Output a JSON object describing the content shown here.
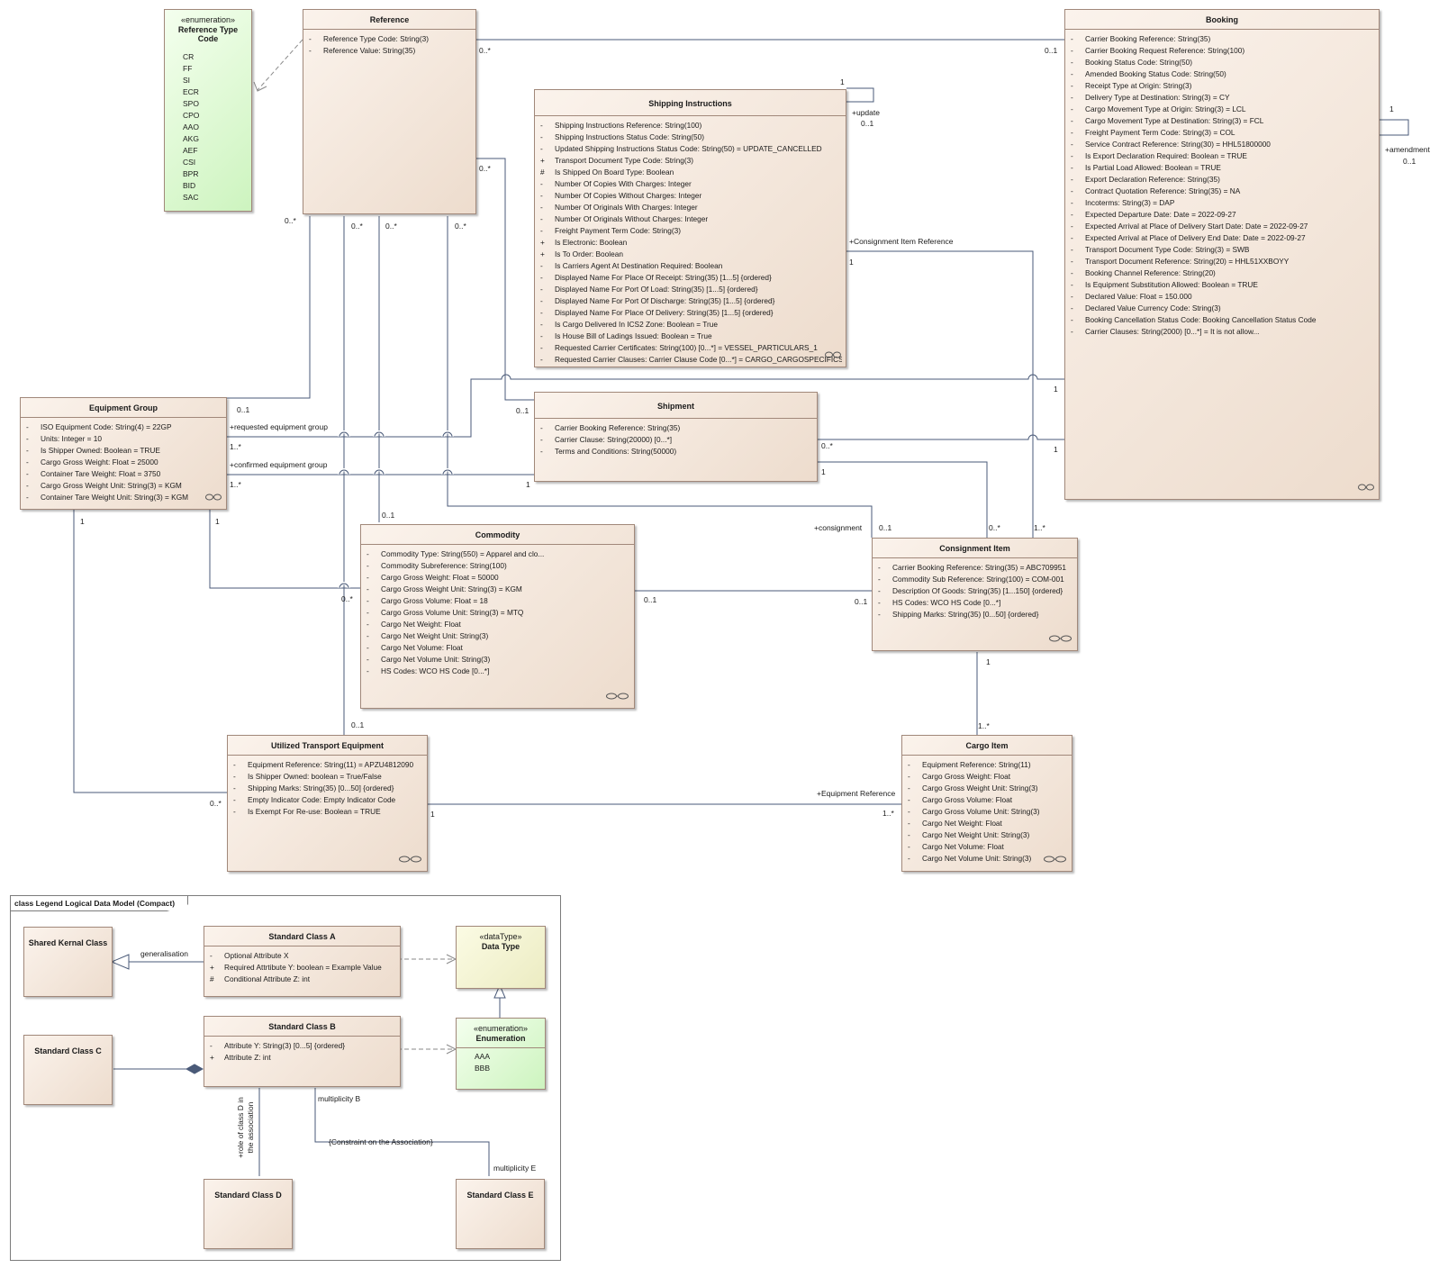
{
  "classes": {
    "reference_type_code": {
      "stereotype": "«enumeration»",
      "name": "Reference Type Code",
      "literals": [
        "CR",
        "FF",
        "SI",
        "ECR",
        "SPO",
        "CPO",
        "AAO",
        "AKG",
        "AEF",
        "CSI",
        "BPR",
        "BID",
        "SAC"
      ]
    },
    "reference": {
      "name": "Reference",
      "attributes": [
        {
          "vis": "-",
          "text": "Reference Type Code: String(3)"
        },
        {
          "vis": "-",
          "text": "Reference Value: String(35)"
        }
      ]
    },
    "shipping_instructions": {
      "name": "Shipping Instructions",
      "attributes": [
        {
          "vis": "-",
          "text": "Shipping Instructions Reference: String(100)"
        },
        {
          "vis": "-",
          "text": "Shipping Instructions Status Code: String(50)"
        },
        {
          "vis": "-",
          "text": "Updated Shipping Instructions Status Code: String(50) = UPDATE_CANCELLED"
        },
        {
          "vis": "+",
          "text": "Transport Document Type Code: String(3)"
        },
        {
          "vis": "#",
          "text": "Is Shipped On Board Type: Boolean"
        },
        {
          "vis": "-",
          "text": "Number Of Copies With Charges: Integer"
        },
        {
          "vis": "-",
          "text": "Number Of Copies Without Charges: Integer"
        },
        {
          "vis": "-",
          "text": "Number Of Originals With Charges: Integer"
        },
        {
          "vis": "-",
          "text": "Number Of Originals Without Charges: Integer"
        },
        {
          "vis": "-",
          "text": "Freight Payment Term Code: String(3)"
        },
        {
          "vis": "+",
          "text": "Is Electronic: Boolean"
        },
        {
          "vis": "+",
          "text": "Is To Order: Boolean"
        },
        {
          "vis": "-",
          "text": "Is Carriers Agent At Destination Required: Boolean"
        },
        {
          "vis": "-",
          "text": "Displayed Name For Place Of Receipt: String(35) [1...5] {ordered}"
        },
        {
          "vis": "-",
          "text": "Displayed Name For Port Of Load: String(35) [1...5] {ordered}"
        },
        {
          "vis": "-",
          "text": "Displayed Name For Port Of Discharge: String(35) [1...5] {ordered}"
        },
        {
          "vis": "-",
          "text": "Displayed Name For Place Of Delivery: String(35) [1...5] {ordered}"
        },
        {
          "vis": "-",
          "text": "Is Cargo Delivered In ICS2 Zone: Boolean = True"
        },
        {
          "vis": "-",
          "text": "Is House Bill of Ladings Issued: Boolean = True"
        },
        {
          "vis": "-",
          "text": "Requested Carrier Certificates: String(100) [0...*] = VESSEL_PARTICULARS_1"
        },
        {
          "vis": "-",
          "text": "Requested Carrier Clauses: Carrier Clause Code [0...*] = CARGO_CARGOSPECIFICS"
        }
      ]
    },
    "booking": {
      "name": "Booking",
      "attributes": [
        {
          "vis": "-",
          "text": "Carrier Booking Reference: String(35)"
        },
        {
          "vis": "-",
          "text": "Carrier Booking Request Reference: String(100)"
        },
        {
          "vis": "-",
          "text": "Booking Status Code: String(50)"
        },
        {
          "vis": "-",
          "text": "Amended Booking Status Code: String(50)"
        },
        {
          "vis": "-",
          "text": "Receipt Type at Origin: String(3)"
        },
        {
          "vis": "-",
          "text": "Delivery Type at Destination: String(3) = CY"
        },
        {
          "vis": "-",
          "text": "Cargo Movement Type  at Origin: String(3) = LCL"
        },
        {
          "vis": "-",
          "text": "Cargo Movement Type at Destination: String(3) = FCL"
        },
        {
          "vis": "-",
          "text": "Freight Payment Term Code: String(3) = COL"
        },
        {
          "vis": "-",
          "text": "Service Contract Reference: String(30) = HHL51800000"
        },
        {
          "vis": "-",
          "text": "Is Export Declaration Required: Boolean = TRUE"
        },
        {
          "vis": "-",
          "text": "Is Partial Load Allowed: Boolean = TRUE"
        },
        {
          "vis": "-",
          "text": "Export Declaration Reference: String(35)"
        },
        {
          "vis": "-",
          "text": "Contract Quotation Reference: String(35) = NA"
        },
        {
          "vis": "-",
          "text": "Incoterms: String(3) = DAP"
        },
        {
          "vis": "-",
          "text": "Expected Departure Date: Date = 2022-09-27"
        },
        {
          "vis": "-",
          "text": "Expected Arrival at Place of Delivery Start Date: Date = 2022-09-27"
        },
        {
          "vis": "-",
          "text": "Expected Arrival at Place of Delivery End Date: Date = 2022-09-27"
        },
        {
          "vis": "-",
          "text": "Transport Document Type Code: String(3) = SWB"
        },
        {
          "vis": "-",
          "text": "Transport Document Reference: String(20) = HHL51XXBOYY"
        },
        {
          "vis": "-",
          "text": "Booking Channel Reference: String(20)"
        },
        {
          "vis": "-",
          "text": "Is Equipment Substitution Allowed: Boolean = TRUE"
        },
        {
          "vis": "-",
          "text": "Declared Value: Float = 150.000"
        },
        {
          "vis": "-",
          "text": "Declared Value Currency Code: String(3)"
        },
        {
          "vis": "-",
          "text": "Booking Cancellation Status Code: Booking Cancellation Status Code"
        },
        {
          "vis": "-",
          "text": "Carrier Clauses: String(2000) [0...*] = It is not allow..."
        }
      ]
    },
    "equipment_group": {
      "name": "Equipment Group",
      "attributes": [
        {
          "vis": "-",
          "text": "ISO Equipment Code: String(4) = 22GP"
        },
        {
          "vis": "-",
          "text": "Units: Integer = 10"
        },
        {
          "vis": "-",
          "text": "Is Shipper Owned: Boolean = TRUE"
        },
        {
          "vis": "-",
          "text": "Cargo Gross Weight: Float = 25000"
        },
        {
          "vis": "-",
          "text": "Container Tare Weight: Float = 3750"
        },
        {
          "vis": "-",
          "text": "Cargo Gross Weight Unit: String(3) = KGM"
        },
        {
          "vis": "-",
          "text": "Container Tare Weight Unit: String(3) = KGM"
        }
      ]
    },
    "shipment": {
      "name": "Shipment",
      "attributes": [
        {
          "vis": "-",
          "text": "Carrier Booking Reference: String(35)"
        },
        {
          "vis": "-",
          "text": "Carrier Clause: String(20000) [0...*]"
        },
        {
          "vis": "-",
          "text": "Terms and Conditions: String(50000)"
        }
      ]
    },
    "commodity": {
      "name": "Commodity",
      "attributes": [
        {
          "vis": "-",
          "text": "Commodity Type: String(550) = Apparel and clo..."
        },
        {
          "vis": "-",
          "text": "Commodity Subreference: String(100)"
        },
        {
          "vis": "-",
          "text": "Cargo Gross Weight: Float = 50000"
        },
        {
          "vis": "-",
          "text": "Cargo Gross Weight Unit: String(3) = KGM"
        },
        {
          "vis": "-",
          "text": "Cargo Gross Volume: Float = 18"
        },
        {
          "vis": "-",
          "text": "Cargo Gross Volume Unit: String(3) = MTQ"
        },
        {
          "vis": "-",
          "text": "Cargo Net Weight: Float"
        },
        {
          "vis": "-",
          "text": "Cargo Net Weight Unit: String(3)"
        },
        {
          "vis": "-",
          "text": "Cargo Net Volume: Float"
        },
        {
          "vis": "-",
          "text": "Cargo Net Volume Unit: String(3)"
        },
        {
          "vis": "-",
          "text": "HS Codes: WCO HS Code [0...*]"
        }
      ]
    },
    "consignment_item": {
      "name": "Consignment Item",
      "attributes": [
        {
          "vis": "-",
          "text": "Carrier Booking Reference: String(35) = ABC709951"
        },
        {
          "vis": "-",
          "text": "Commodity Sub Reference: String(100) = COM-001"
        },
        {
          "vis": "-",
          "text": "Description Of Goods: String(35) [1...150] {ordered}"
        },
        {
          "vis": "-",
          "text": "HS Codes: WCO HS Code [0...*]"
        },
        {
          "vis": "-",
          "text": "Shipping Marks: String(35) [0...50] {ordered}"
        }
      ]
    },
    "utilized_transport_equipment": {
      "name": "Utilized Transport Equipment",
      "attributes": [
        {
          "vis": "-",
          "text": "Equipment Reference: String(11) = APZU4812090"
        },
        {
          "vis": "-",
          "text": "Is Shipper Owned: boolean = True/False"
        },
        {
          "vis": "-",
          "text": "Shipping Marks: String(35) [0...50] {ordered}"
        },
        {
          "vis": "-",
          "text": "Empty Indicator Code: Empty Indicator Code"
        },
        {
          "vis": "-",
          "text": "Is Exempt For Re-use: Boolean = TRUE"
        }
      ]
    },
    "cargo_item": {
      "name": "Cargo Item",
      "attributes": [
        {
          "vis": "-",
          "text": "Equipment Reference: String(11)"
        },
        {
          "vis": "-",
          "text": "Cargo Gross Weight: Float"
        },
        {
          "vis": "-",
          "text": "Cargo Gross Weight Unit: String(3)"
        },
        {
          "vis": "-",
          "text": "Cargo Gross Volume: Float"
        },
        {
          "vis": "-",
          "text": "Cargo Gross Volume Unit: String(3)"
        },
        {
          "vis": "-",
          "text": "Cargo Net Weight: Float"
        },
        {
          "vis": "-",
          "text": "Cargo Net Weight Unit: String(3)"
        },
        {
          "vis": "-",
          "text": "Cargo Net Volume: Float"
        },
        {
          "vis": "-",
          "text": "Cargo Net Volume Unit: String(3)"
        }
      ]
    }
  },
  "labels": {
    "ref_booking_src": "0..*",
    "ref_booking_dst": "0..1",
    "ref_ship_src": "0..*",
    "ref_ship_dst": "0..1",
    "ref_eg_src": "0..*",
    "ref_eg_dst": "0..1",
    "ref_comm_src": "0..*",
    "ref_comm_dst": "0..1",
    "ref_ute_src": "0..*",
    "ref_ute_dst": "0..1",
    "ref_ci_src": "0..*",
    "ref_ci_dst": "0..1",
    "si_update_1": "1",
    "si_update_role": "+update",
    "si_update_mult": "0..1",
    "booking_amend_1": "1",
    "booking_amend_role": "+amendment",
    "booking_amend_mult": "0..1",
    "si_ci_role": "+Consignment Item Reference",
    "si_ci_1": "1",
    "si_ci_mult": "1..*",
    "eg_req_role": "+requested equipment group",
    "eg_req_mult": "1..*",
    "eg_conf_role": "+confirmed equipment group",
    "eg_conf_mult": "1..*",
    "eg_booking_1": "1",
    "eg_shipment_1": "1",
    "shipment_booking_mult": "0..*",
    "shipment_booking_1": "1",
    "shipment_ci_1": "1",
    "shipment_ci_mult": "0..*",
    "ci_consignment_role": "+consignment",
    "eg_comm_1": "1",
    "eg_comm_mult": "0..*",
    "eg_ute_1": "1",
    "eg_ute_mult": "0..*",
    "comm_ci_left": "0..1",
    "comm_ci_right": "0..1",
    "ci_cargo_1": "1",
    "ci_cargo_mult": "1..*",
    "ute_cargo_1": "1",
    "ute_cargo_role": "+Equipment Reference",
    "ute_cargo_mult": "1..*"
  },
  "legend": {
    "frame_title": "class Legend Logical Data Model (Compact)",
    "shared_kernal_class": "Shared Kernal Class",
    "generalisation_label": "generalisation",
    "standard_class_a": {
      "name": "Standard Class A",
      "attributes": [
        {
          "vis": "-",
          "text": "Optional Attribute X"
        },
        {
          "vis": "+",
          "text": "Required Attrtibute Y: boolean = Example Value"
        },
        {
          "vis": "#",
          "text": "Conditional Attribute Z: int"
        }
      ]
    },
    "data_type": {
      "stereotype": "«dataType»",
      "name": "Data Type"
    },
    "standard_class_c": "Standard Class C",
    "standard_class_b": {
      "name": "Standard Class B",
      "attributes": [
        {
          "vis": "-",
          "text": "Attribute Y: String(3) [0...5] {ordered}"
        },
        {
          "vis": "+",
          "text": "Attribute Z: int"
        }
      ]
    },
    "enumeration": {
      "stereotype": "«enumeration»",
      "name": "Enumeration",
      "literals": [
        "AAA",
        "BBB"
      ]
    },
    "standard_class_d": "Standard Class D",
    "standard_class_e": "Standard Class E",
    "role_label_line1": "+role of class D in",
    "role_label_line2": "the association",
    "multiplicity_b": "multiplicity B",
    "constraint_label": "{Constraint on the Association}",
    "multiplicity_e": "multiplicity E"
  }
}
